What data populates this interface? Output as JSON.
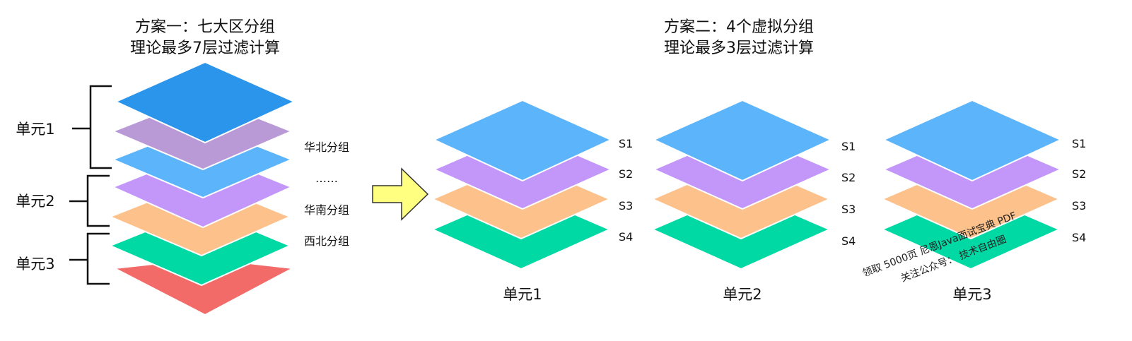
{
  "left_scheme": {
    "title_line1": "方案一：七大区分组",
    "title_line2": "理论最多7层过滤计算",
    "units": [
      "单元1",
      "单元2",
      "单元3"
    ],
    "group_labels": [
      "华北分组",
      "……",
      "华南分组",
      "西北分组"
    ],
    "layer_colors": [
      "#2a95eb",
      "#b99ad6",
      "#5cb4fa",
      "#c397fa",
      "#fdc18c",
      "#00d9a4",
      "#f26b68"
    ]
  },
  "right_scheme": {
    "title_line1": "方案二：4个虚拟分组",
    "title_line2": "理论最多3层过滤计算",
    "stack_labels": [
      "S1",
      "S2",
      "S3",
      "S4"
    ],
    "units": [
      "单元1",
      "单元2",
      "单元3"
    ],
    "layer_colors": [
      "#5cb4fa",
      "#c397fa",
      "#fdc18c",
      "#00d9a4"
    ]
  },
  "arrow_color": "#ffff80",
  "watermark": {
    "line1": "领取 5000页 尼恩Java面试宝典 PDF",
    "line2": "关注公众号： 技术自由圈"
  }
}
